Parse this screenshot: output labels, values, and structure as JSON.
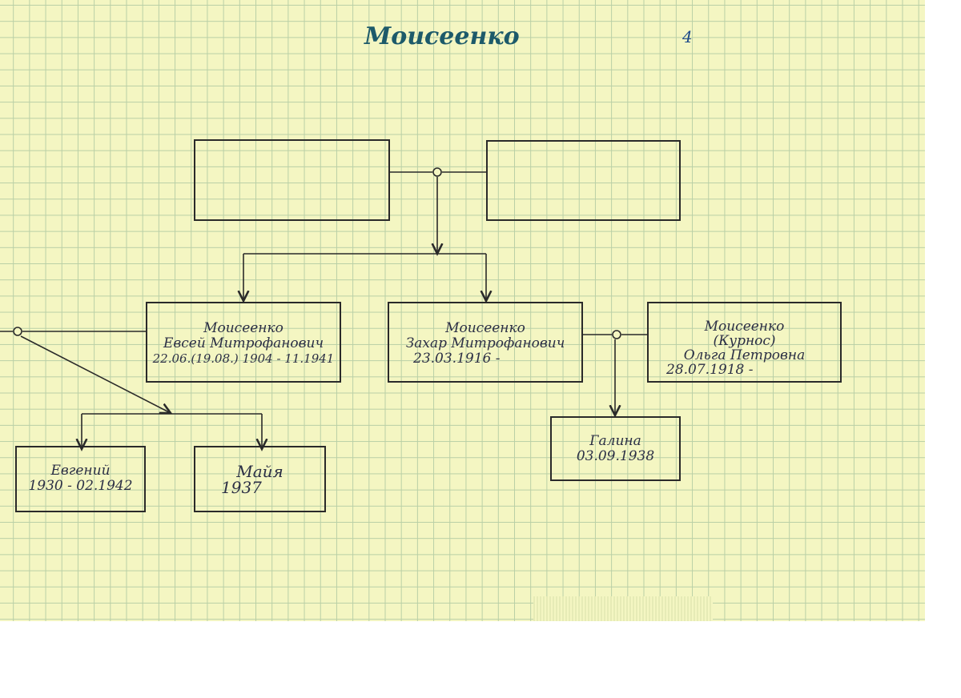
{
  "title": "Моисеенко",
  "page_number": "4",
  "people": {
    "yevsey": {
      "surname": "Моисеенко",
      "name": "Евсей Митрофанович",
      "dates": "22.06.(19.08.) 1904 - 11.1941"
    },
    "zakhar": {
      "surname": "Моисеенко",
      "name": "Захар Митрофанович",
      "dates": "23.03.1916 -"
    },
    "olga": {
      "surname": "Моисеенко",
      "maiden": "(Курнос)",
      "name": "Ольга Петровна",
      "dates": "28.07.1918 -"
    },
    "galina": {
      "name": "Галина",
      "dates": "03.09.1938"
    },
    "yevgeny": {
      "name": "Евгений",
      "dates": "1930 - 02.1942"
    },
    "maya": {
      "name": "Майя",
      "dates": "1937"
    }
  }
}
